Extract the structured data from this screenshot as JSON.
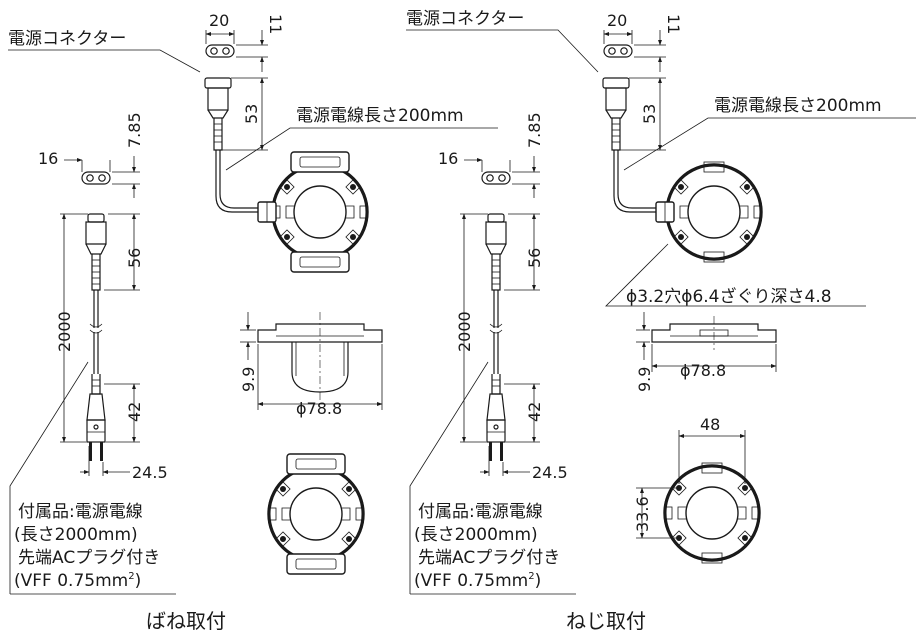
{
  "labels": {
    "connector": "電源コネクター",
    "cord_length": "電源電線長さ200mm",
    "counterbore": "ϕ3.2穴ϕ6.4ざぐり深さ4.8",
    "accessory_1": "付属品:電源電線",
    "accessory_2": "(長さ2000mm)",
    "accessory_3": "先端ACプラグ付き",
    "accessory_4": "(VFF 0.75mm",
    "accessory_sup": "2",
    "accessory_close": ")",
    "caption_spring": "ばね取付",
    "caption_screw": "ねじ取付"
  },
  "dimensions": {
    "conn_width": "20",
    "conn_height": "11",
    "conn_length": "53",
    "plug_width": "16",
    "plug_height": "7.85",
    "plug_body": "56",
    "cord_total": "2000",
    "plug_prong": "42",
    "plug_depth": "24.5",
    "base_height": "9.9",
    "base_diameter": "ϕ78.8",
    "hole_pitch_x": "48",
    "hole_pitch_y": "33.6"
  }
}
